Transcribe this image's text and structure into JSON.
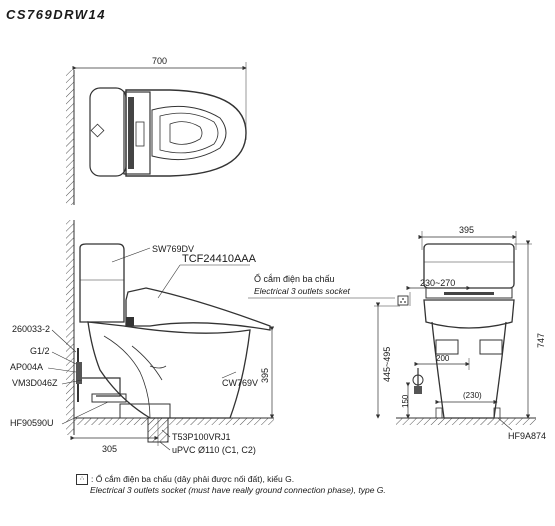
{
  "model_code": "CS769DRW14",
  "dimensions": {
    "top_width": "700",
    "side_height": "395",
    "depth": "305",
    "front_width": "395",
    "outlet_range": "230~270",
    "height_range": "445~495",
    "total_height": "747",
    "feed_height": "150",
    "feed_offset": "200",
    "bottom_offset": "(230)"
  },
  "part_labels": {
    "tank": "SW769DV",
    "seat": "TCF24410AAA",
    "bowl": "CW769V",
    "p1": "260033-2",
    "p2": "G1/2",
    "p3": "AP004A",
    "p4": "VM3D046Z",
    "p5": "HF90590U",
    "p6": "T53P100VRJ1",
    "p7": "uPVC Ø110 (C1, C2)",
    "p8": "HF9A874"
  },
  "socket_label": {
    "vi": "Ổ cắm điện ba chấu",
    "en": "Electrical 3 outlets socket"
  },
  "footnote": {
    "symbol": "∴",
    "vi": ": Ổ cắm điện ba chấu (dây phải được nối đất), kiểu G.",
    "en": "Electrical 3 outlets socket (must have really ground connection phase), type G."
  }
}
